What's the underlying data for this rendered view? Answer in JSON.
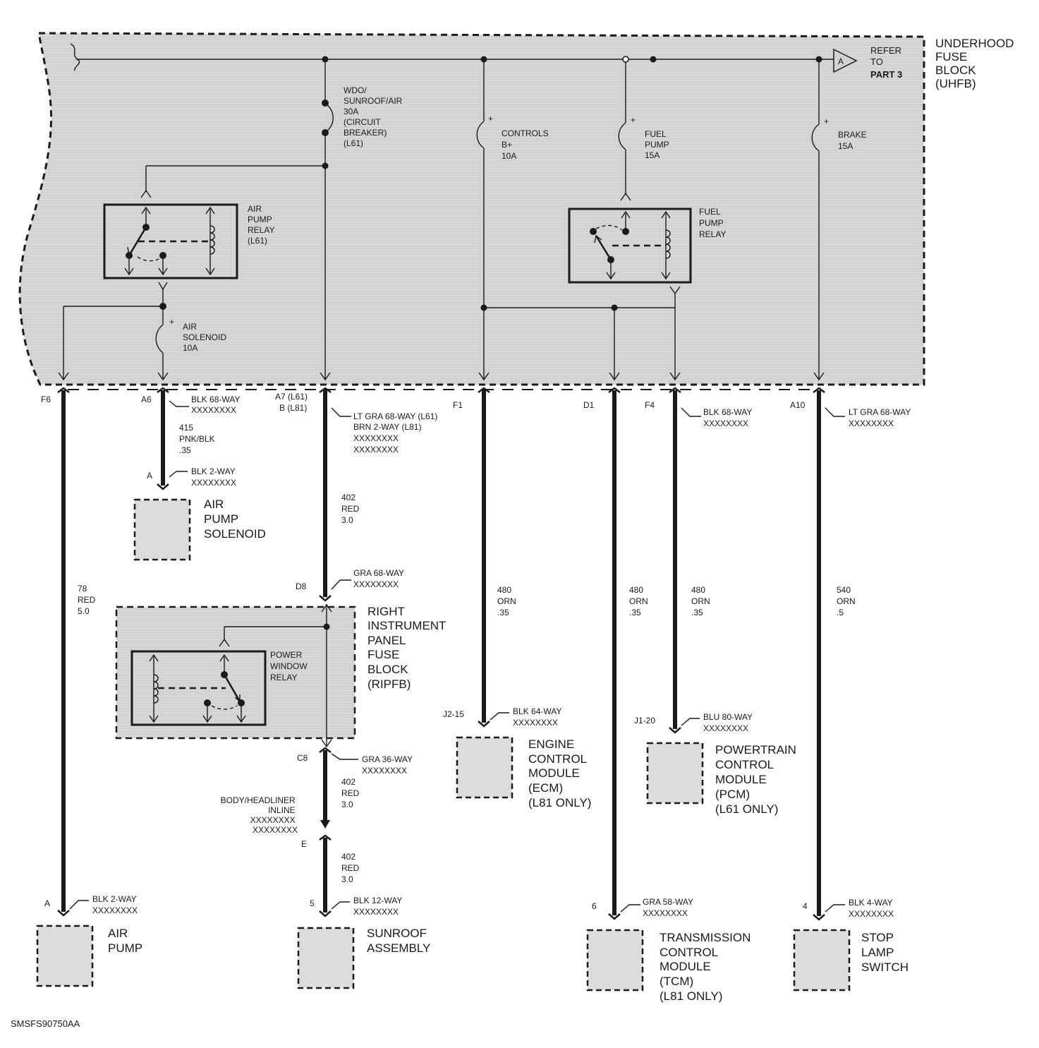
{
  "fuse_block": {
    "lines": [
      "UNDERHOOD",
      "FUSE",
      "BLOCK",
      "(UHFB)"
    ]
  },
  "refer": {
    "symbol": "A",
    "lines": [
      "REFER",
      "TO",
      "PART 3"
    ]
  },
  "fuses": {
    "wdo": [
      "WDO/",
      "SUNROOF/AIR",
      "30A",
      "(CIRCUIT",
      "BREAKER)",
      "(L61)"
    ],
    "controls": [
      "CONTROLS",
      "B+",
      "10A"
    ],
    "fuel": [
      "FUEL",
      "PUMP",
      "15A"
    ],
    "brake": [
      "BRAKE",
      "15A"
    ],
    "air_sol": [
      "AIR",
      "SOLENOID",
      "10A"
    ]
  },
  "relays": {
    "air": [
      "AIR",
      "PUMP",
      "RELAY",
      "(L61)"
    ],
    "fuel": [
      "FUEL",
      "PUMP",
      "RELAY"
    ],
    "power_window": [
      "POWER",
      "WINDOW",
      "RELAY"
    ]
  },
  "pins": {
    "f6": "F6",
    "a6": "A6",
    "a7": [
      "A7 (L61)",
      "B (L81)"
    ],
    "f1": "F1",
    "d1": "D1",
    "f4": "F4",
    "a10": "A10",
    "a_sol": "A",
    "d8": "D8",
    "c8": "C8",
    "e": "E",
    "five": "5",
    "a_pump": "A",
    "j2": "J2-15",
    "j1": "J1-20",
    "six": "6",
    "four": "4"
  },
  "connectors": {
    "a6": [
      "BLK 68-WAY",
      "XXXXXXXX"
    ],
    "a7": [
      "LT GRA 68-WAY (L61)",
      "BRN 2-WAY (L81)",
      "XXXXXXXX",
      "XXXXXXXX"
    ],
    "f4": [
      "BLK 68-WAY",
      "XXXXXXXX"
    ],
    "a10": [
      "LT GRA 68-WAY",
      "XXXXXXXX"
    ],
    "sol": [
      "BLK 2-WAY",
      "XXXXXXXX"
    ],
    "d8": [
      "GRA 68-WAY",
      "XXXXXXXX"
    ],
    "c8": [
      "GRA 36-WAY",
      "XXXXXXXX"
    ],
    "inline": [
      "BODY/HEADLINER",
      "INLINE",
      "XXXXXXXX",
      "XXXXXXXX"
    ],
    "five": [
      "BLK 12-WAY",
      "XXXXXXXX"
    ],
    "air_pump": [
      "BLK 2-WAY",
      "XXXXXXXX"
    ],
    "j2": [
      "BLK 64-WAY",
      "XXXXXXXX"
    ],
    "j1": [
      "BLU 80-WAY",
      "XXXXXXXX"
    ],
    "six": [
      "GRA 58-WAY",
      "XXXXXXXX"
    ],
    "four": [
      "BLK 4-WAY",
      "XXXXXXXX"
    ]
  },
  "wires": {
    "w415": [
      "415",
      "PNK/BLK",
      ".35"
    ],
    "w402a": [
      "402",
      "RED",
      "3.0"
    ],
    "w402b": [
      "402",
      "RED",
      "3.0"
    ],
    "w402c": [
      "402",
      "RED",
      "3.0"
    ],
    "w78": [
      "78",
      "RED",
      "5.0"
    ],
    "w480a": [
      "480",
      "ORN",
      ".35"
    ],
    "w480b": [
      "480",
      "ORN",
      ".35"
    ],
    "w480c": [
      "480",
      "ORN",
      ".35"
    ],
    "w540": [
      "540",
      "ORN",
      ".5"
    ]
  },
  "components": {
    "air_pump_solenoid": [
      "AIR",
      "PUMP",
      "SOLENOID"
    ],
    "ripfb": [
      "RIGHT",
      "INSTRUMENT",
      "PANEL",
      "FUSE",
      "BLOCK",
      "(RIPFB)"
    ],
    "ecm": [
      "ENGINE",
      "CONTROL",
      "MODULE",
      "(ECM)",
      "(L81 ONLY)"
    ],
    "pcm": [
      "POWERTRAIN",
      "CONTROL",
      "MODULE",
      "(PCM)",
      "(L61 ONLY)"
    ],
    "air_pump": [
      "AIR",
      "PUMP"
    ],
    "sunroof": [
      "SUNROOF",
      "ASSEMBLY"
    ],
    "tcm": [
      "TRANSMISSION",
      "CONTROL",
      "MODULE",
      "(TCM)",
      "(L81 ONLY)"
    ],
    "stop_lamp": [
      "STOP",
      "LAMP",
      "SWITCH"
    ]
  },
  "figure_id": "SMSFS90750AA"
}
